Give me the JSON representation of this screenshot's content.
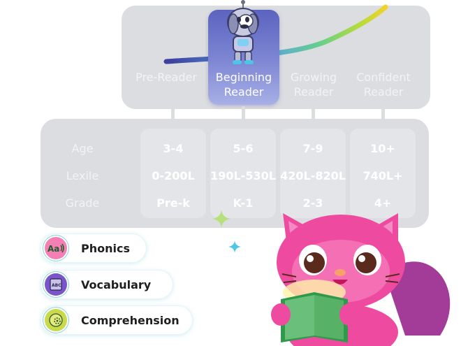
{
  "levels": [
    {
      "label": "Pre-Reader",
      "active": false
    },
    {
      "label": "Beginning Reader",
      "active": true
    },
    {
      "label": "Growing Reader",
      "active": false
    },
    {
      "label": "Confident Reader",
      "active": false
    }
  ],
  "table": {
    "row_labels": [
      "Age",
      "Lexile",
      "Grade"
    ],
    "columns": [
      {
        "age": "3-4",
        "lexile": "0-200L",
        "grade": "Pre-k"
      },
      {
        "age": "5-6",
        "lexile": "190L-530L",
        "grade": "K-1"
      },
      {
        "age": "7-9",
        "lexile": "420L-820L",
        "grade": "2-3"
      },
      {
        "age": "10+",
        "lexile": "740L+",
        "grade": "4+"
      }
    ]
  },
  "skills": [
    {
      "label": "Phonics",
      "icon": "phonics-icon",
      "icon_text": "Aa",
      "color": "#f37fb4"
    },
    {
      "label": "Vocabulary",
      "icon": "vocabulary-book-icon",
      "icon_text": "ABC",
      "color": "#7a55c9"
    },
    {
      "label": "Comprehension",
      "icon": "comprehension-gear-icon",
      "icon_text": "",
      "color": "#c9d94a"
    }
  ],
  "colors": {
    "card_bg": "#dcdde0",
    "active_level": "#5b63bf",
    "mascot_pink": "#ee4aa0"
  }
}
